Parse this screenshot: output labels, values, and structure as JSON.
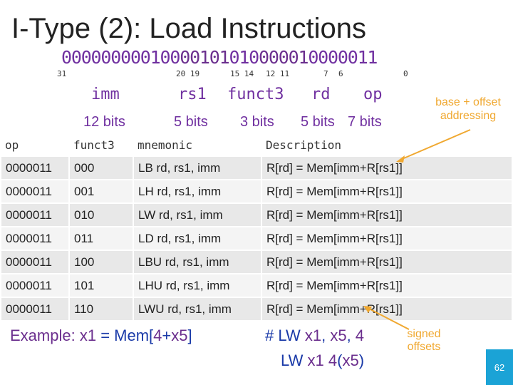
{
  "title": "I-Type (2): Load Instructions",
  "encoding": {
    "bits_imm": "000000000100",
    "bits_rs1": "00101",
    "bits_funct3": "010",
    "bits_rd": "00001",
    "bits_op": "0000011",
    "positions": [
      "31",
      "20 19",
      "15 14",
      "12 11",
      "7",
      "6",
      "0"
    ],
    "fields": [
      "imm",
      "rs1",
      "funct3",
      "rd",
      "op"
    ],
    "widths": [
      "12 bits",
      "5 bits",
      "3 bits",
      "5 bits",
      "7 bits"
    ]
  },
  "note": "base + offset addressing",
  "table": {
    "headers": [
      "op",
      "funct3",
      "mnemonic",
      "Description"
    ],
    "rows": [
      [
        "0000011",
        "000",
        "LB rd, rs1, imm",
        "R[rd] = Mem[imm+R[rs1]]"
      ],
      [
        "0000011",
        "001",
        "LH rd, rs1, imm",
        "R[rd] = Mem[imm+R[rs1]]"
      ],
      [
        "0000011",
        "010",
        "LW rd, rs1, imm",
        "R[rd] = Mem[imm+R[rs1]]"
      ],
      [
        "0000011",
        "011",
        "LD rd, rs1, imm",
        "R[rd] = Mem[imm+R[rs1]]"
      ],
      [
        "0000011",
        "100",
        "LBU rd, rs1, imm",
        "R[rd] = Mem[imm+R[rs1]]"
      ],
      [
        "0000011",
        "101",
        "LHU rd, rs1, imm",
        "R[rd] = Mem[imm+R[rs1]]"
      ],
      [
        "0000011",
        "110",
        "LWU rd, rs1, imm",
        "R[rd] = Mem[imm+R[rs1]]"
      ]
    ]
  },
  "example": {
    "prefix": "Example:",
    "line1": [
      "x1",
      " = Mem[",
      "4",
      "+",
      "x5",
      "]"
    ],
    "comment": [
      "# LW ",
      "x1",
      ", ",
      "x5",
      ", ",
      "4"
    ],
    "line2": [
      "LW ",
      "x1",
      " ",
      "4",
      "(",
      "x5",
      ")"
    ]
  },
  "signed_offsets": "signed offsets",
  "page_number": "62",
  "colors": {
    "purple": "#7030a0",
    "blue": "#1a3aa8",
    "orange": "#f0a830",
    "page_box": "#1ba3d6"
  }
}
